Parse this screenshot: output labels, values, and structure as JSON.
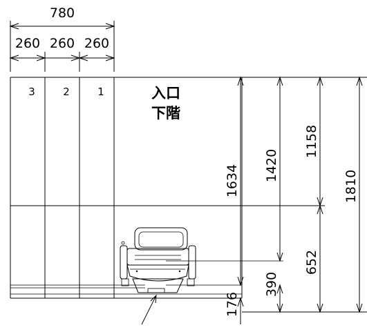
{
  "top_dims": {
    "total": "780",
    "seg1": "260",
    "seg2": "260",
    "seg3": "260"
  },
  "steps": [
    "3",
    "2",
    "1"
  ],
  "label": {
    "line1": "入口",
    "line2": "下階"
  },
  "vertical_dims": {
    "d1634": "1634",
    "d1420": "1420",
    "d1158": "1158",
    "d1810": "1810",
    "d652": "652",
    "d390": "390",
    "d176": "176"
  },
  "icons": [
    "stairlift-chair-icon",
    "leader-arrow-icon"
  ]
}
